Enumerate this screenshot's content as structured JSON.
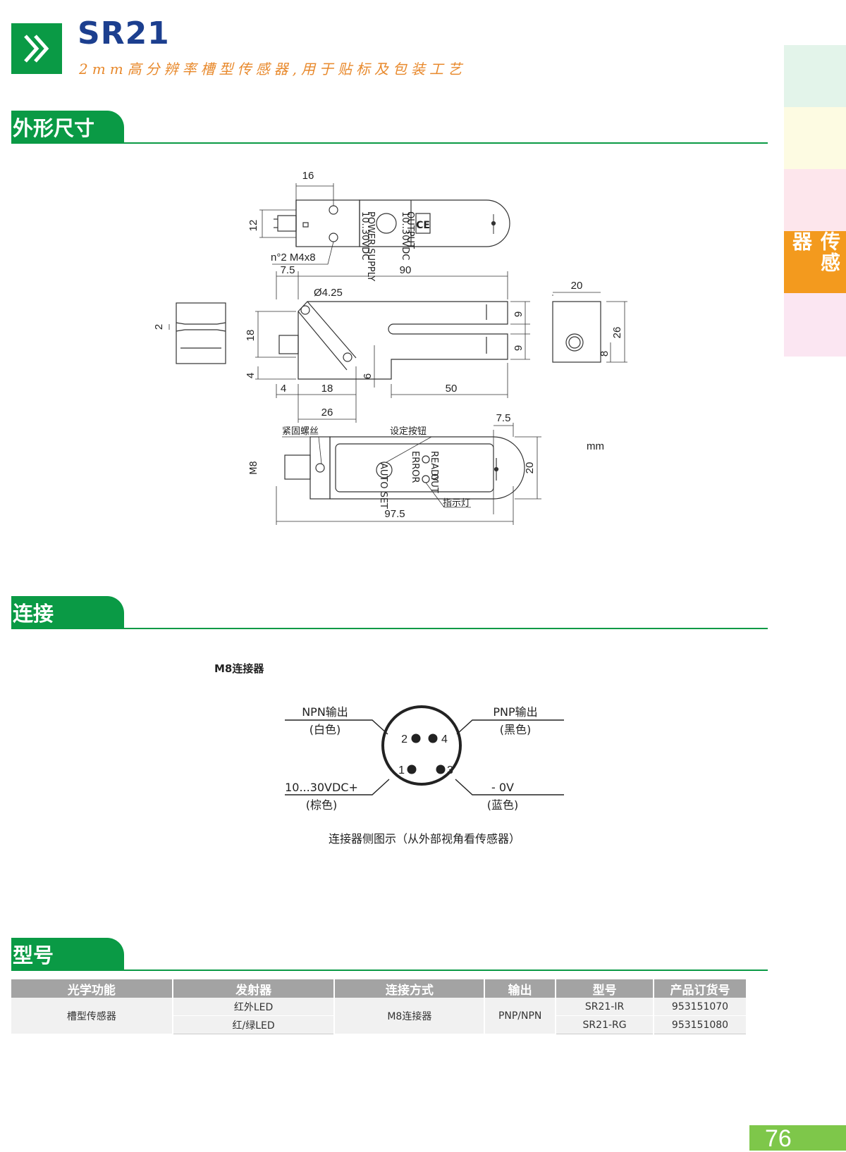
{
  "header": {
    "title": "SR21",
    "subtitle": "2mm高分辨率槽型传感器,用于贴标及包装工艺"
  },
  "side_tabs": {
    "active_label": "传感器",
    "colors": [
      "#e3f4ea",
      "#fdfbe2",
      "#fde6ec",
      "#f39a1e",
      "#fbe6f2"
    ]
  },
  "sections": {
    "dimensions": "外形尺寸",
    "connection": "连接",
    "models": "型号"
  },
  "dimensions": {
    "top_view": {
      "d16": "16",
      "d12": "12",
      "thread": "n°2  M4x8",
      "label_power": "POWER SUPPLY",
      "label_power_v": "10..30VDC",
      "label_output": "OUTPUT",
      "label_output_v": "10..30VDC"
    },
    "front_view": {
      "d7_5": "7.5",
      "d90": "90",
      "hole": "Ø4.25",
      "d9a": "9",
      "d9b": "9",
      "d18v": "18",
      "d4v": "4",
      "d2": "2",
      "d4h": "4",
      "d18h": "18",
      "d6": "6",
      "d50": "50",
      "d26": "26"
    },
    "side_view": {
      "d20": "20",
      "d26": "26",
      "d8": "8"
    },
    "bottom_view": {
      "d7_5": "7.5",
      "d20": "20",
      "d97_5": "97.5",
      "m8": "M8",
      "screw_label": "紧固螺丝",
      "button_label": "设定按钮",
      "led_label": "指示灯",
      "auto_set": "AUTO SET",
      "ready": "READY",
      "error": "ERROR",
      "out": "OUT"
    },
    "unit": "mm"
  },
  "connection": {
    "connector_title": "M8连接器",
    "pins": [
      "1",
      "2",
      "3",
      "4"
    ],
    "npn_out": "NPN输出",
    "npn_color": "(白色)",
    "pnp_out": "PNP输出",
    "pnp_color": "(黑色)",
    "power": "10...30VDC+",
    "power_color": "(棕色)",
    "zero": "- 0V",
    "zero_color": "(蓝色)",
    "caption": "连接器侧图示（从外部视角看传感器）"
  },
  "model_table": {
    "headers": [
      "光学功能",
      "发射器",
      "连接方式",
      "输出",
      "型号",
      "产品订货号"
    ],
    "function": "槽型传感器",
    "connection": "M8连接器",
    "output": "PNP/NPN",
    "rows": [
      {
        "emitter": "红外LED",
        "model": "SR21-IR",
        "order_no": "953151070"
      },
      {
        "emitter": "红/绿LED",
        "model": "SR21-RG",
        "order_no": "953151080"
      }
    ]
  },
  "page_number": "76"
}
